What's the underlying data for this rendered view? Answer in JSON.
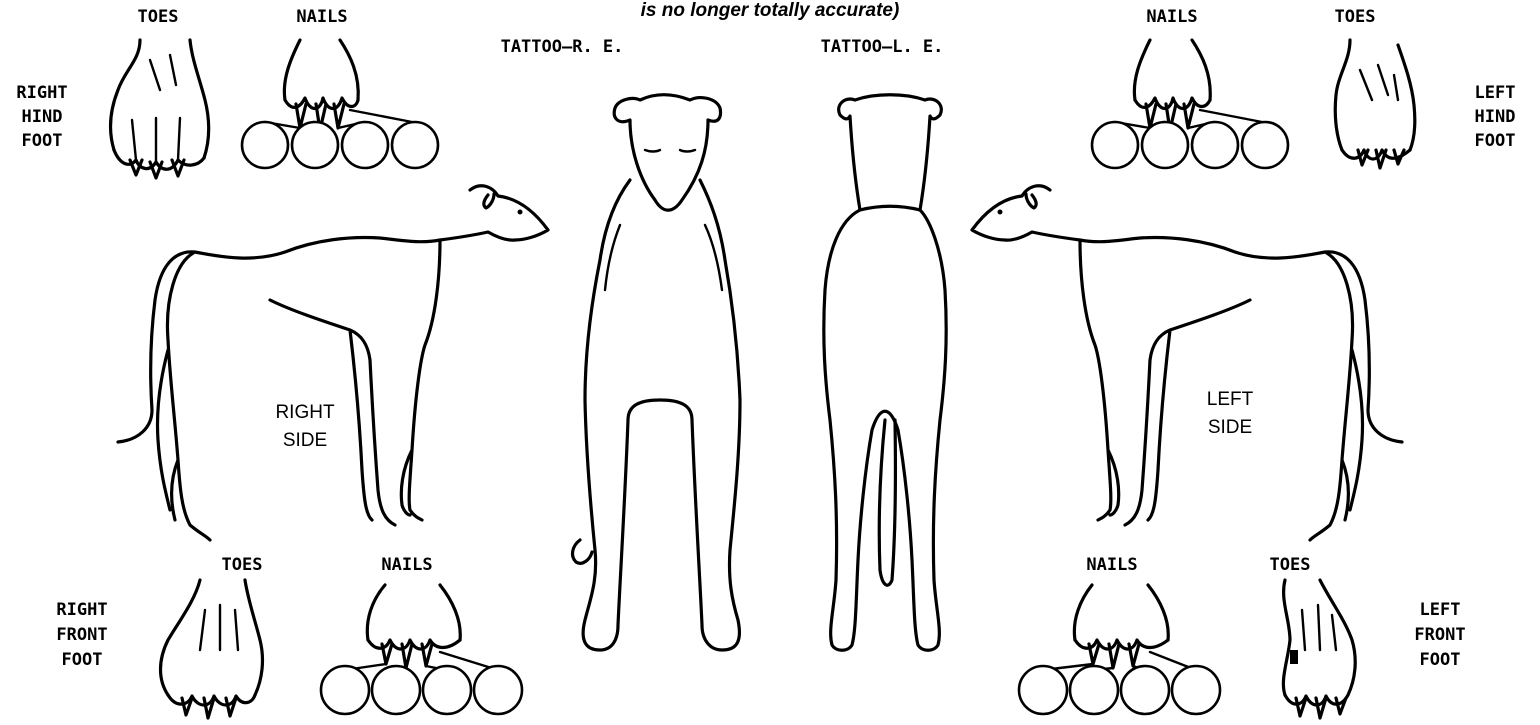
{
  "header": {
    "note": "is no longer totally accurate)"
  },
  "labels": {
    "toes": "TOES",
    "nails": "NAILS",
    "tattoo_right": "TATTOO—R. E.",
    "tattoo_left": "TATTOO—L. E.",
    "right_side": [
      "RIGHT",
      "SIDE"
    ],
    "left_side": [
      "LEFT",
      "SIDE"
    ],
    "right_hind_foot": [
      "RIGHT",
      "HIND",
      "FOOT"
    ],
    "left_hind_foot": [
      "LEFT",
      "HIND",
      "FOOT"
    ],
    "right_front_foot": [
      "RIGHT",
      "FRONT",
      "FOOT"
    ],
    "left_front_foot": [
      "LEFT",
      "FRONT",
      "FOOT"
    ]
  },
  "icons": [
    "dog-right-side-icon",
    "dog-front-view-icon",
    "dog-rear-view-icon",
    "dog-left-side-icon",
    "paw-toes-icon",
    "paw-nails-icon"
  ],
  "colors": {
    "line": "#000000",
    "background": "#ffffff"
  }
}
